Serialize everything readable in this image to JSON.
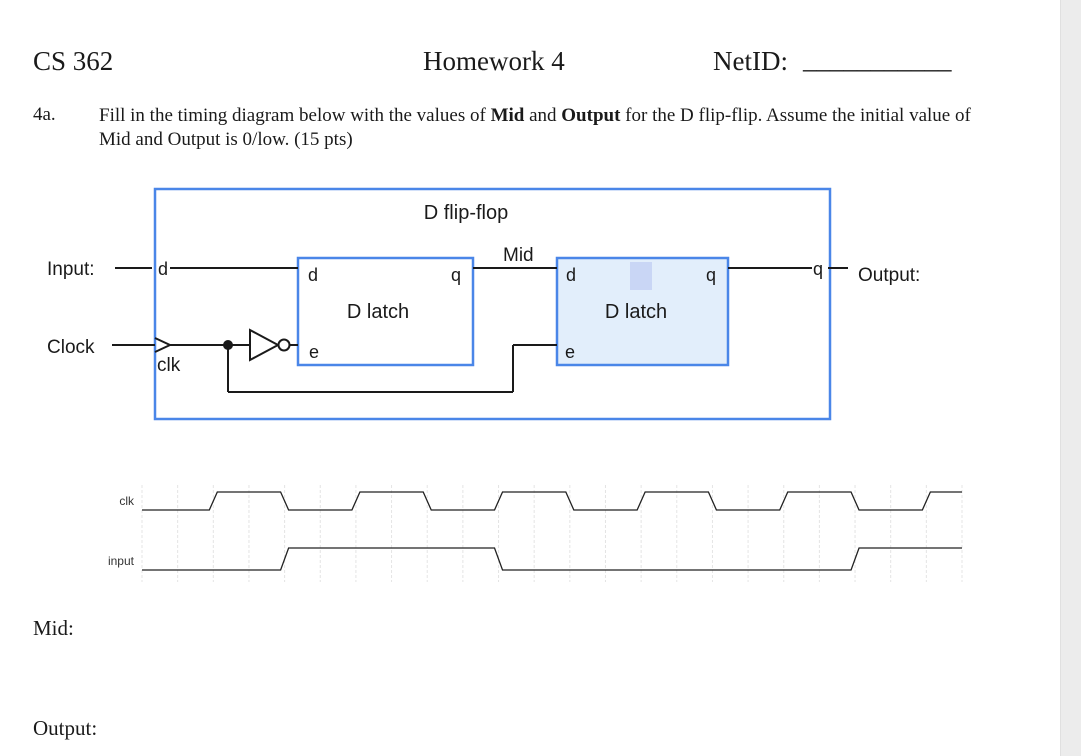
{
  "header": {
    "course": "CS 362",
    "assignment": "Homework 4",
    "netid_label": "NetID:",
    "netid_blank": "___________"
  },
  "question": {
    "number": "4a.",
    "text_before_mid": "Fill in the timing diagram below with the values of ",
    "mid_bold": "Mid",
    "text_and": " and ",
    "output_bold": "Output",
    "text_after": " for the D flip-flip.  Assume the initial value of Mid and Output is 0/low. (15 pts)"
  },
  "circuit": {
    "title": "D flip-flop",
    "input_label": "Input:",
    "clock_label": "Clock",
    "output_label": "Output:",
    "mid_label": "Mid",
    "outer_d": "d",
    "outer_clk": "clk",
    "outer_q": "q",
    "latch1": {
      "title": "D latch",
      "d": "d",
      "q": "q",
      "e": "e"
    },
    "latch2": {
      "title": "D latch",
      "d": "d",
      "q": "q",
      "e": "e"
    }
  },
  "timing": {
    "signals": [
      {
        "name": "clk",
        "levels": [
          0,
          0,
          1,
          1,
          0,
          0,
          1,
          1,
          0,
          0,
          1,
          1,
          0,
          0,
          1,
          1,
          0,
          0,
          1,
          1,
          0,
          0,
          1
        ]
      },
      {
        "name": "input",
        "levels": [
          0,
          0,
          0,
          0,
          1,
          1,
          1,
          1,
          1,
          1,
          0,
          0,
          0,
          0,
          0,
          0,
          0,
          0,
          0,
          0,
          1,
          1,
          1
        ]
      }
    ]
  },
  "answers": {
    "mid_label": "Mid:",
    "output_label": "Output:"
  }
}
